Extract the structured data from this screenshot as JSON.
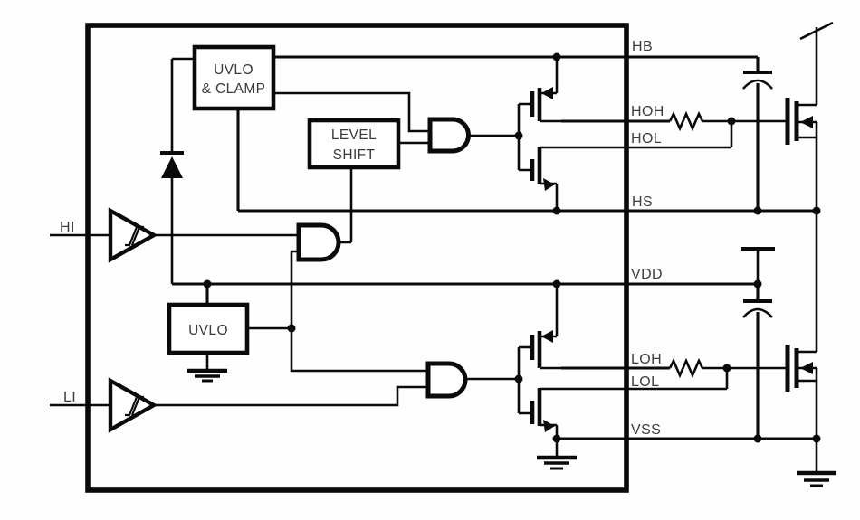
{
  "colors": {
    "line": "#0a0a0a",
    "label": "#3d3d3d",
    "background": "#fefefe"
  },
  "pins": {
    "hi": "HI",
    "li": "LI",
    "hb": "HB",
    "hoh": "HOH",
    "hol": "HOL",
    "hs": "HS",
    "vdd": "VDD",
    "loh": "LOH",
    "lol": "LOL",
    "vss": "VSS"
  },
  "blocks": {
    "uvlo_clamp": {
      "line1": "UVLO",
      "line2": "& CLAMP"
    },
    "level_shift": {
      "line1": "LEVEL",
      "line2": "SHIFT"
    },
    "uvlo": {
      "label": "UVLO"
    }
  }
}
